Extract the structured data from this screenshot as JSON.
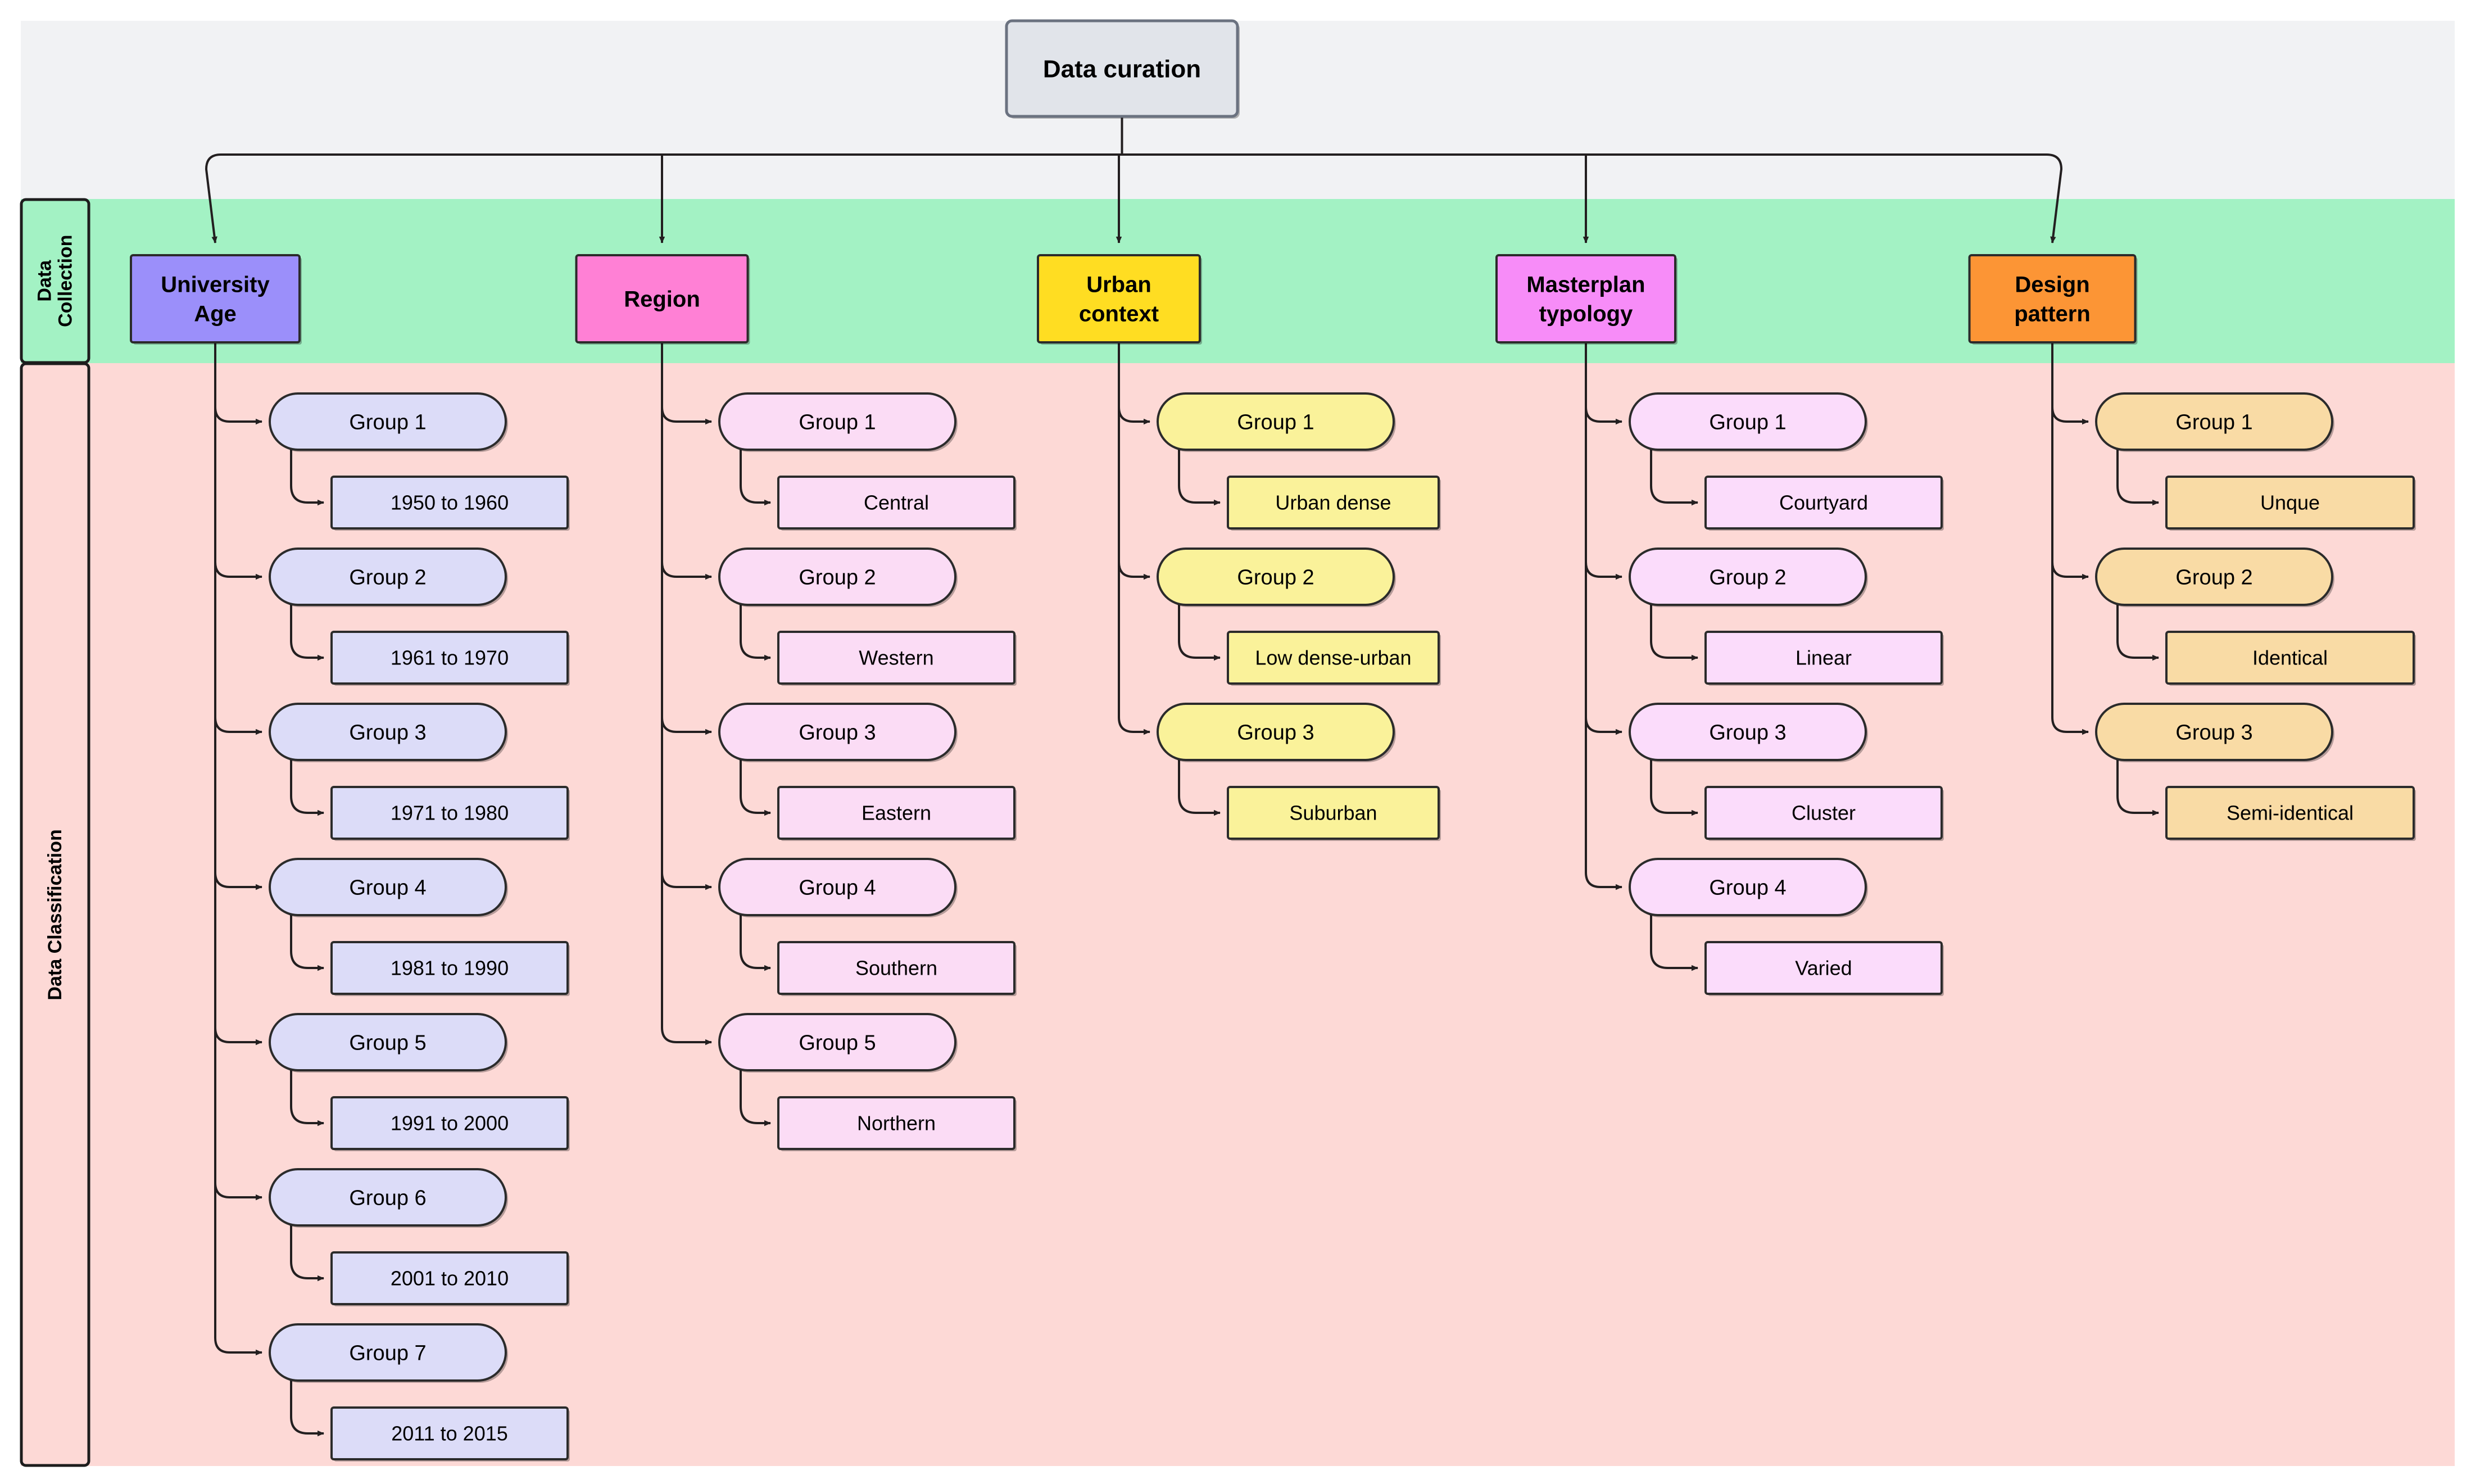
{
  "diagram": {
    "title": "Data curation",
    "root": {
      "label": "Data curation"
    },
    "lanes": [
      {
        "id": "data-collection",
        "label": "Data Collection",
        "color": "#a3f2c4"
      },
      {
        "id": "data-classification",
        "label": "Data Classification",
        "color": "#fdd9d6"
      }
    ],
    "background_band_color": "#f1f2f4",
    "root_fill": "#e1e4ea",
    "root_stroke": "#6b7280",
    "arrow_color": "#231f20",
    "columns": [
      {
        "id": "university-age",
        "header": "University Age",
        "header_fill": "#9b8ffa",
        "node_fill": "#dcdcf8",
        "node_stroke": "#2b2b2b",
        "groups": [
          {
            "group": "Group 1",
            "value": "1950 to 1960"
          },
          {
            "group": "Group 2",
            "value": "1961 to 1970"
          },
          {
            "group": "Group 3",
            "value": "1971 to 1980"
          },
          {
            "group": "Group 4",
            "value": "1981 to 1990"
          },
          {
            "group": "Group 5",
            "value": "1991 to 2000"
          },
          {
            "group": "Group 6",
            "value": "2001 to 2010"
          },
          {
            "group": "Group 7",
            "value": "2011 to 2015"
          }
        ]
      },
      {
        "id": "region",
        "header": "Region",
        "header_fill": "#ff80d5",
        "node_fill": "#fbdcf5",
        "node_stroke": "#2b2b2b",
        "groups": [
          {
            "group": "Group 1",
            "value": "Central"
          },
          {
            "group": "Group 2",
            "value": "Western"
          },
          {
            "group": "Group 3",
            "value": "Eastern"
          },
          {
            "group": "Group 4",
            "value": "Southern"
          },
          {
            "group": "Group 5",
            "value": "Northern"
          }
        ]
      },
      {
        "id": "urban-context",
        "header": "Urban context",
        "header_fill": "#ffdd22",
        "node_fill": "#faf29a",
        "node_stroke": "#2b2b2b",
        "groups": [
          {
            "group": "Group 1",
            "value": "Urban dense"
          },
          {
            "group": "Group 2",
            "value": "Low dense-urban"
          },
          {
            "group": "Group 3",
            "value": "Suburban"
          }
        ]
      },
      {
        "id": "masterplan-typology",
        "header": "Masterplan typology",
        "header_fill": "#f78cf8",
        "node_fill": "#fbdcfb",
        "node_stroke": "#2b2b2b",
        "groups": [
          {
            "group": "Group 1",
            "value": "Courtyard"
          },
          {
            "group": "Group 2",
            "value": "Linear"
          },
          {
            "group": "Group 3",
            "value": "Cluster"
          },
          {
            "group": "Group 4",
            "value": "Varied"
          }
        ]
      },
      {
        "id": "design-pattern",
        "header": "Design pattern",
        "header_fill": "#fc9535",
        "node_fill": "#f9dba5",
        "node_stroke": "#2b2b2b",
        "groups": [
          {
            "group": "Group 1",
            "value": "Unque"
          },
          {
            "group": "Group 2",
            "value": "Identical"
          },
          {
            "group": "Group 3",
            "value": "Semi-identical"
          }
        ]
      }
    ]
  }
}
